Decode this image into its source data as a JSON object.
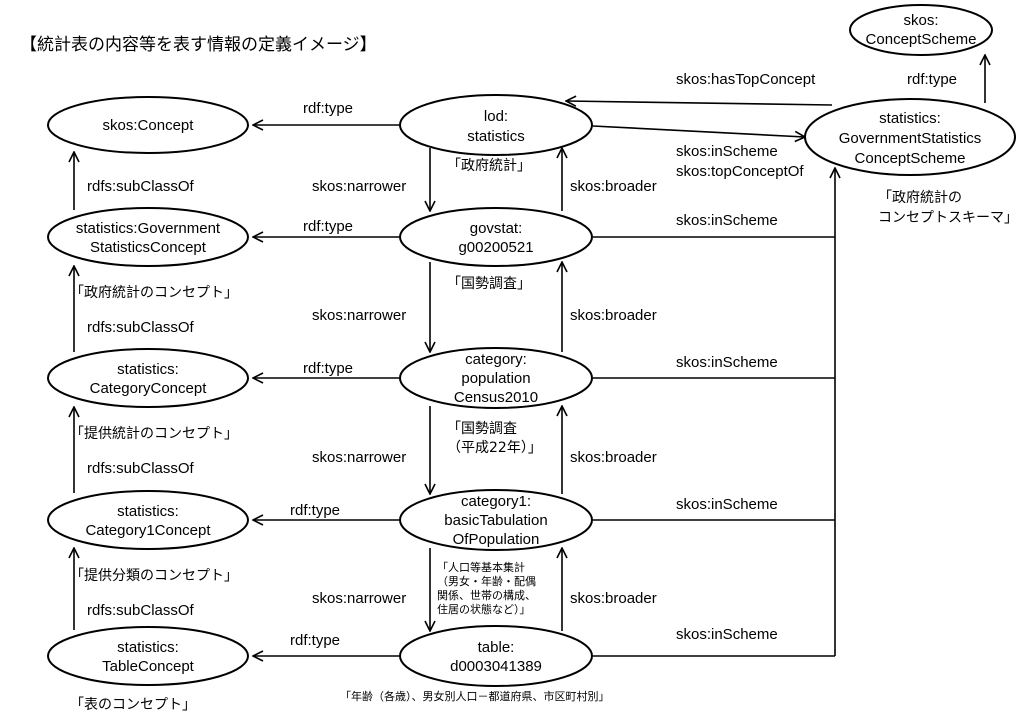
{
  "title": "【統計表の内容等を表す情報の定義イメージ】",
  "nodes": {
    "skos_concept_scheme": [
      "skos:",
      "ConceptScheme"
    ],
    "skos_concept": [
      "skos:Concept"
    ],
    "lod_statistics": [
      "lod:",
      "statistics"
    ],
    "gov_stat_concept_scheme": [
      "statistics:",
      "GovernmentStatistics",
      "ConceptScheme"
    ],
    "gov_stat_concept": [
      "statistics:Government",
      "StatisticsConcept"
    ],
    "govstat": [
      "govstat:",
      "g00200521"
    ],
    "category_concept": [
      "statistics:",
      "CategoryConcept"
    ],
    "category": [
      "category:",
      "population",
      "Census2010"
    ],
    "category1_concept": [
      "statistics:",
      "Category1Concept"
    ],
    "category1": [
      "category1:",
      "basicTabulation",
      "OfPopulation"
    ],
    "table_concept": [
      "statistics:",
      "TableConcept"
    ],
    "table": [
      "table:",
      "d0003041389"
    ]
  },
  "edge_labels": {
    "has_top_concept": "skos:hasTopConcept",
    "scheme_rdf_type": "rdf:type",
    "in_scheme_top_concept_of": [
      "skos:inScheme",
      "skos:topConceptOf"
    ],
    "rdf_type": "rdf:type",
    "sub_class_of": "rdfs:subClassOf",
    "narrower": "skos:narrower",
    "broader": "skos:broader",
    "in_scheme": "skos:inScheme"
  },
  "annotations": {
    "lod_statistics": "「政府統計」",
    "gov_stat_concept_scheme": [
      "「政府統計の",
      "コンセプトスキーマ」"
    ],
    "gov_stat_concept": "「政府統計のコンセプト」",
    "govstat": "「国勢調査」",
    "category_concept": "「提供統計のコンセプト」",
    "category": [
      "「国勢調査",
      "（平成22年）」"
    ],
    "category1_concept": "「提供分類のコンセプト」",
    "category1": [
      "「人口等基本集計",
      "（男女・年齢・配偶",
      "関係、世帯の構成、",
      "住居の状態など）」"
    ],
    "table_concept": "「表のコンセプト」",
    "table": "「年齢（各歳）、男女別人口－都道府県、市区町村別」"
  }
}
